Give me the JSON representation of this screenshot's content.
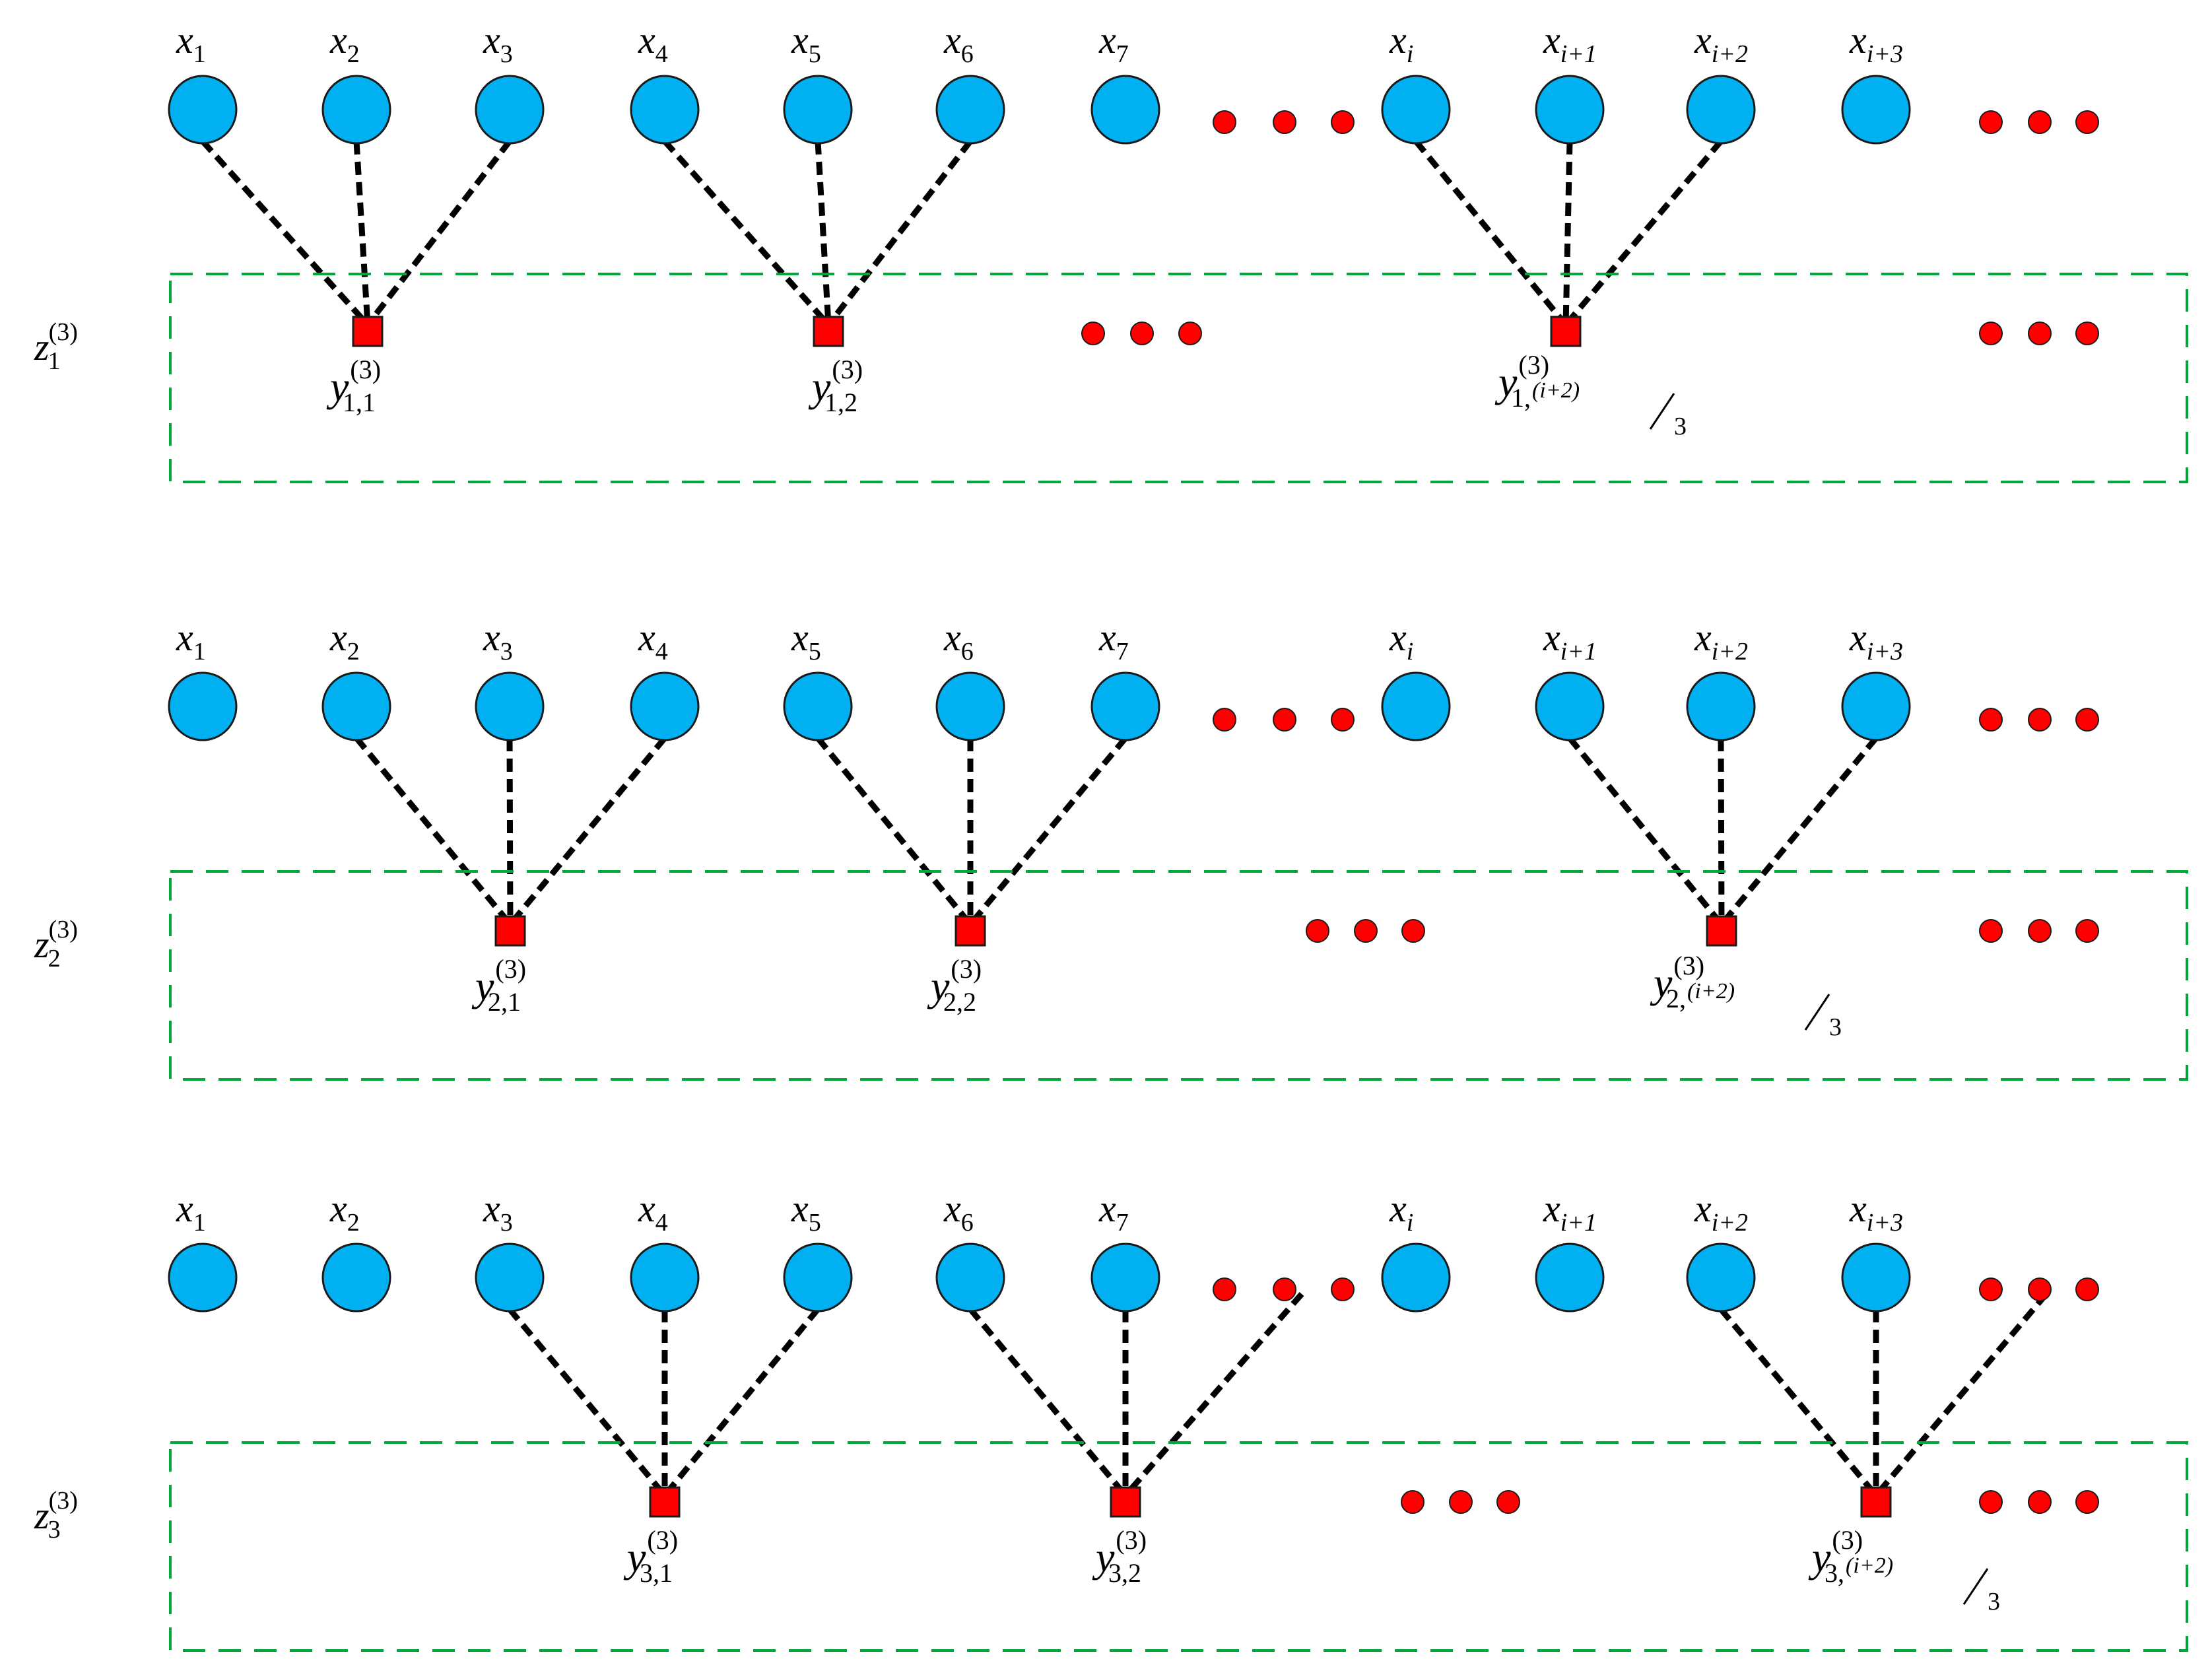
{
  "colors": {
    "node_fill": "#00b0f0",
    "ellipsis_dot": "#ff0000",
    "y_square": "#ff0000",
    "box_stroke": "#00a83a",
    "edge": "#000000"
  },
  "x_labels": [
    {
      "base": "x",
      "sub": "1"
    },
    {
      "base": "x",
      "sub": "2"
    },
    {
      "base": "x",
      "sub": "3"
    },
    {
      "base": "x",
      "sub": "4"
    },
    {
      "base": "x",
      "sub": "5"
    },
    {
      "base": "x",
      "sub": "6"
    },
    {
      "base": "x",
      "sub": "7"
    },
    {
      "base": "x",
      "sub": "i"
    },
    {
      "base": "x",
      "sub": "i+1"
    },
    {
      "base": "x",
      "sub": "i+2"
    },
    {
      "base": "x",
      "sub": "i+3"
    }
  ],
  "panels": [
    {
      "z": {
        "base": "z",
        "sub": "1",
        "sup": "(3)"
      },
      "ys": [
        {
          "base": "y",
          "sub": "1,1",
          "sup": "(3)",
          "inputs": [
            "x1",
            "x2",
            "x3"
          ]
        },
        {
          "base": "y",
          "sub": "1,2",
          "sup": "(3)",
          "inputs": [
            "x4",
            "x5",
            "x6"
          ]
        },
        {
          "base": "y",
          "sub": "1,",
          "frac": "(i+2)",
          "den": "3",
          "sup": "(3)",
          "inputs": [
            "xi",
            "xi+1",
            "xi+2"
          ]
        }
      ]
    },
    {
      "z": {
        "base": "z",
        "sub": "2",
        "sup": "(3)"
      },
      "ys": [
        {
          "base": "y",
          "sub": "2,1",
          "sup": "(3)",
          "inputs": [
            "x2",
            "x3",
            "x4"
          ]
        },
        {
          "base": "y",
          "sub": "2,2",
          "sup": "(3)",
          "inputs": [
            "x5",
            "x6",
            "x7"
          ]
        },
        {
          "base": "y",
          "sub": "2,",
          "frac": "(i+2)",
          "den": "3",
          "sup": "(3)",
          "inputs": [
            "xi+1",
            "xi+2",
            "xi+3"
          ]
        }
      ]
    },
    {
      "z": {
        "base": "z",
        "sub": "3",
        "sup": "(3)"
      },
      "ys": [
        {
          "base": "y",
          "sub": "3,1",
          "sup": "(3)",
          "inputs": [
            "x3",
            "x4",
            "x5"
          ]
        },
        {
          "base": "y",
          "sub": "3,2",
          "sup": "(3)",
          "inputs": [
            "x6",
            "x7",
            "..."
          ]
        },
        {
          "base": "y",
          "sub": "3,",
          "frac": "(i+2)",
          "den": "3",
          "sup": "(3)",
          "inputs": [
            "xi+2",
            "xi+3",
            "..."
          ]
        }
      ]
    }
  ]
}
